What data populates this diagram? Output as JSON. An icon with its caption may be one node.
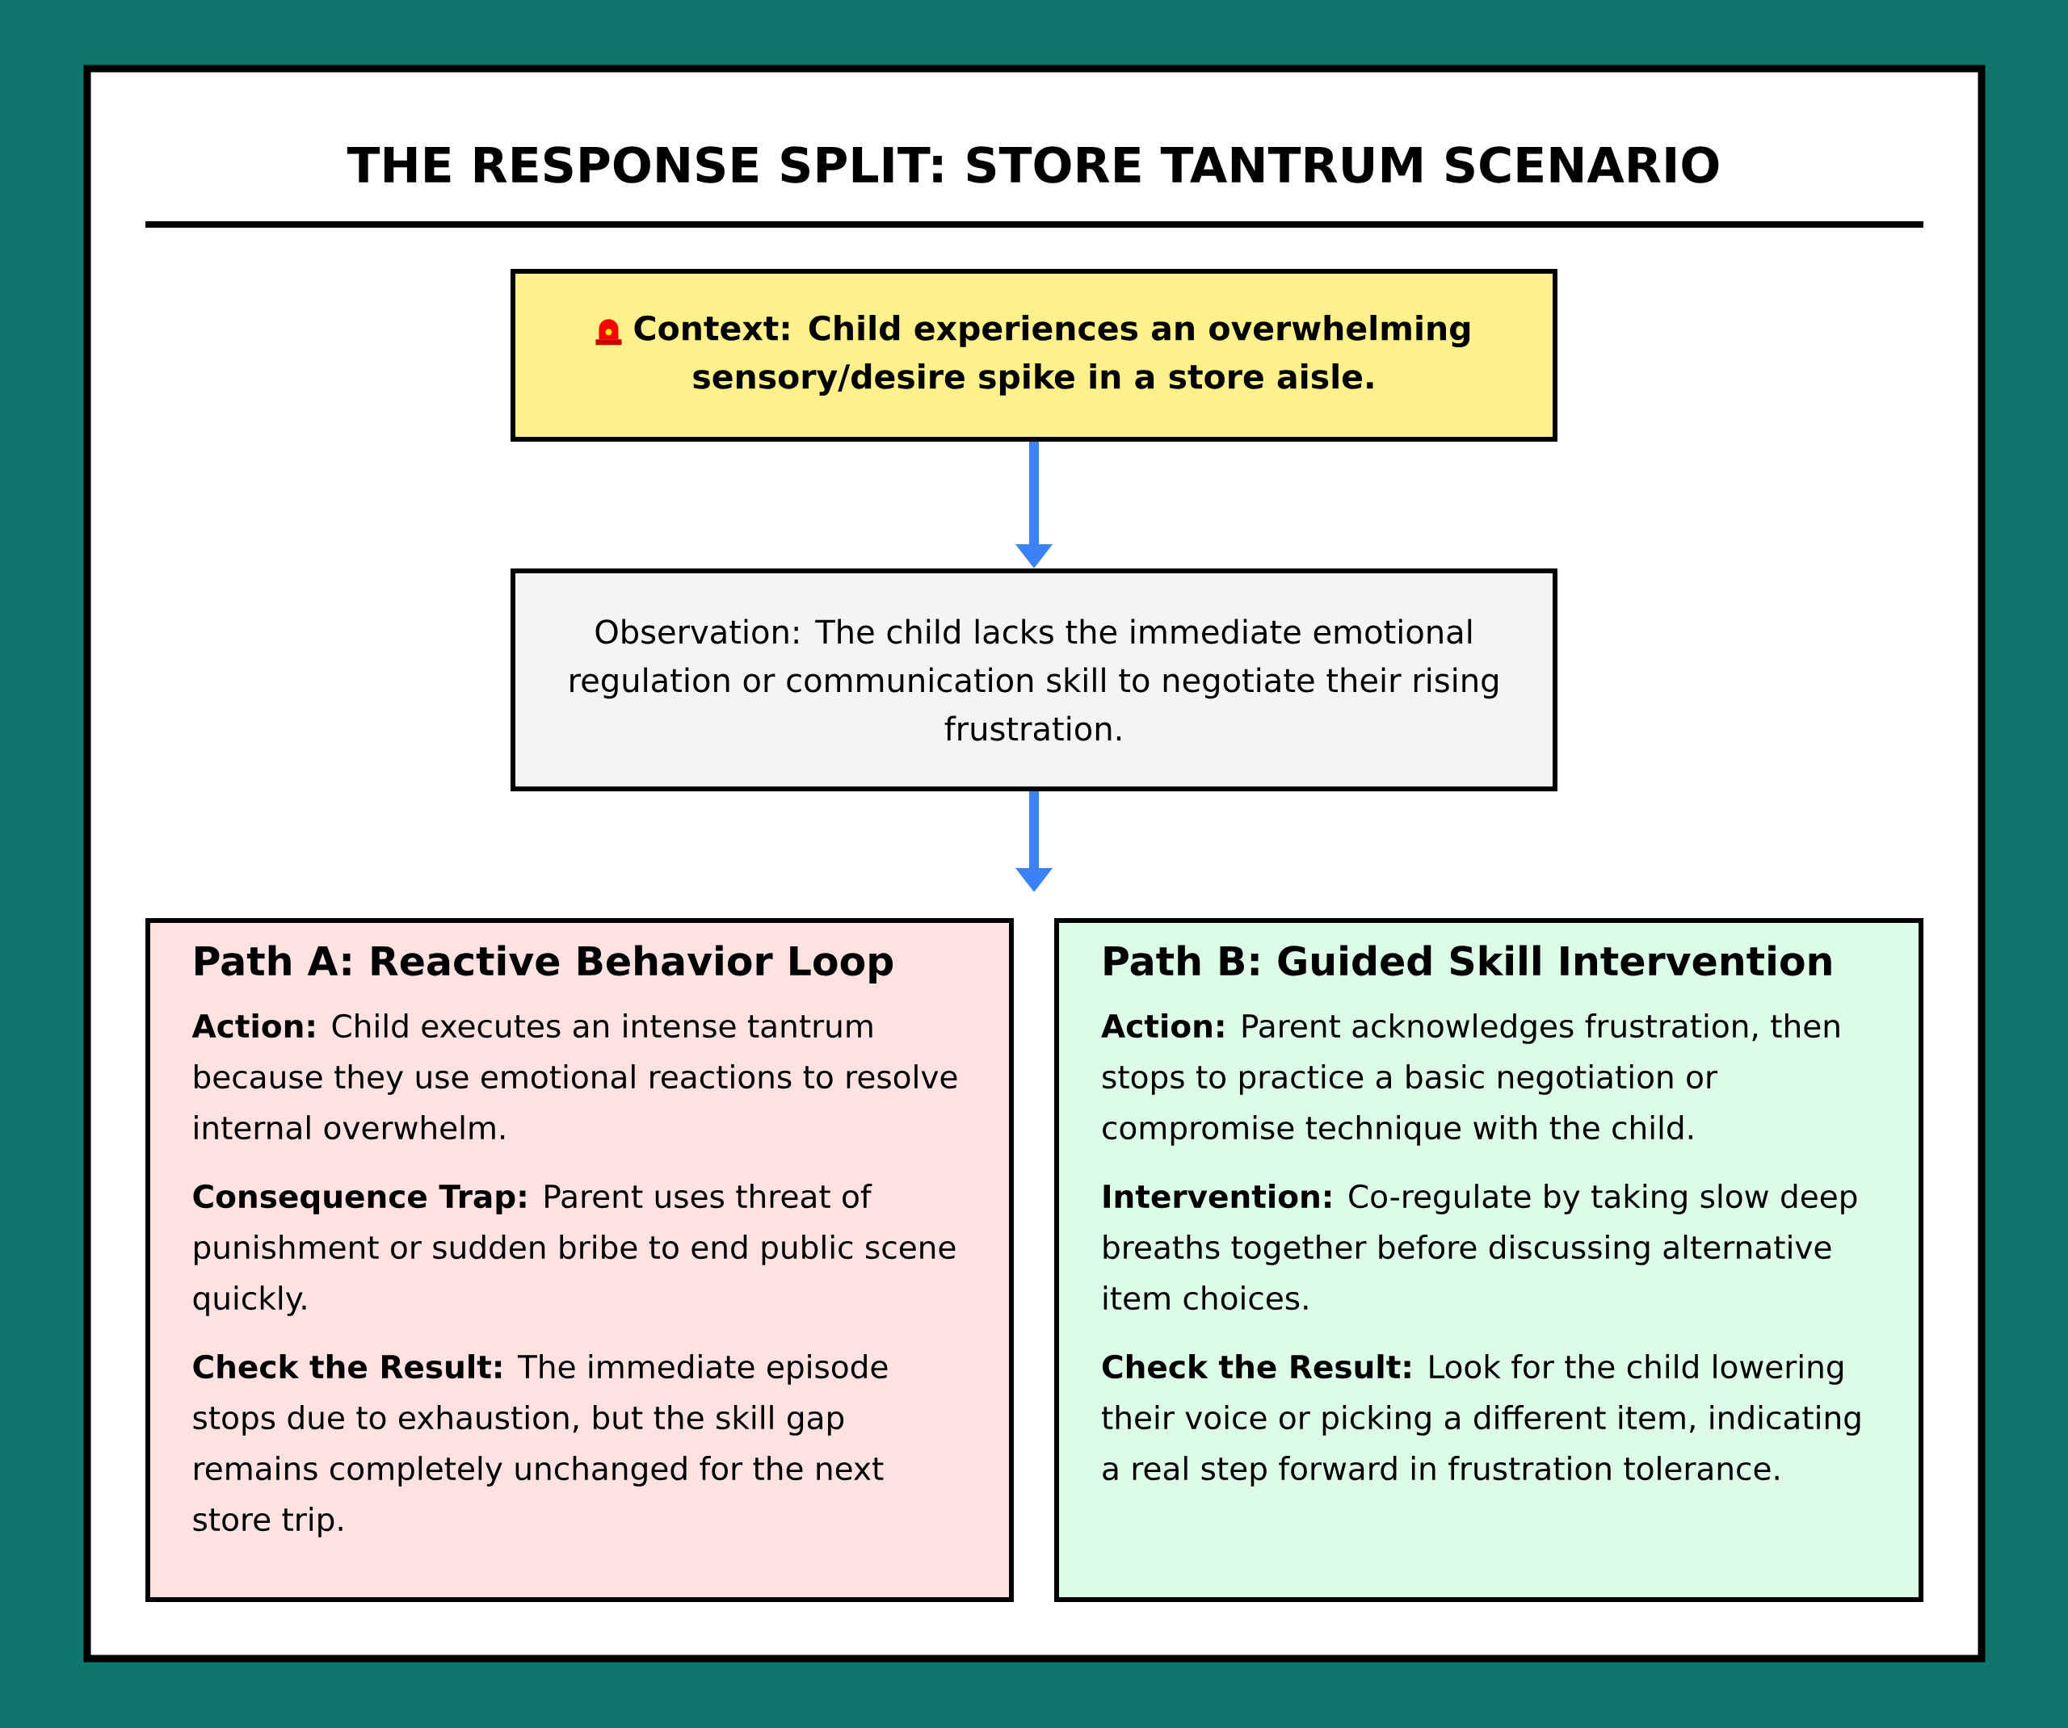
{
  "diagram": {
    "title": "THE RESPONSE SPLIT: STORE TANTRUM SCENARIO",
    "nodes": [
      {
        "text": [
          "Context: Child experiences an overwhelming sensory/desire spike in a store aisle."
        ]
      },
      {
        "text": [
          "Observation: The child lacks the immediate emotional regulation or communication skill to negotiate their rising frustration."
        ]
      },
      {
        "text": [
          "Path A: Reactive Behavior Loop",
          "**Action:** Child executes an intense tantrum because they use emotional reactions to resolve internal overwhelm.",
          "**Consequence Trap:** Parent uses threat of punishment or sudden bribe to end public scene quickly.",
          "**Check the Result:** The immediate episode stops due to exhaustion, but the skill gap remains completely unchanged for the next store trip."
        ]
      },
      {
        "text": [
          "Path B: Guided Skill Intervention",
          "**Action:** Parent acknowledges frustration, then stops to practice a basic negotiation or compromise technique with the child.",
          "**Intervention:** Co-regulate by taking slow deep breaths together before discussing alternative item choices.",
          "**Check the Result:** Look for the child lowering their voice or picking a different item, indicating a real step forward in frustration tolerance."
        ]
      }
    ],
    "edges": [
      {
        "from": 0,
        "to": 1,
        "arrow": "to"
      },
      {
        "from": 1,
        "to": null,
        "arrow": "to"
      }
    ]
  }
}
